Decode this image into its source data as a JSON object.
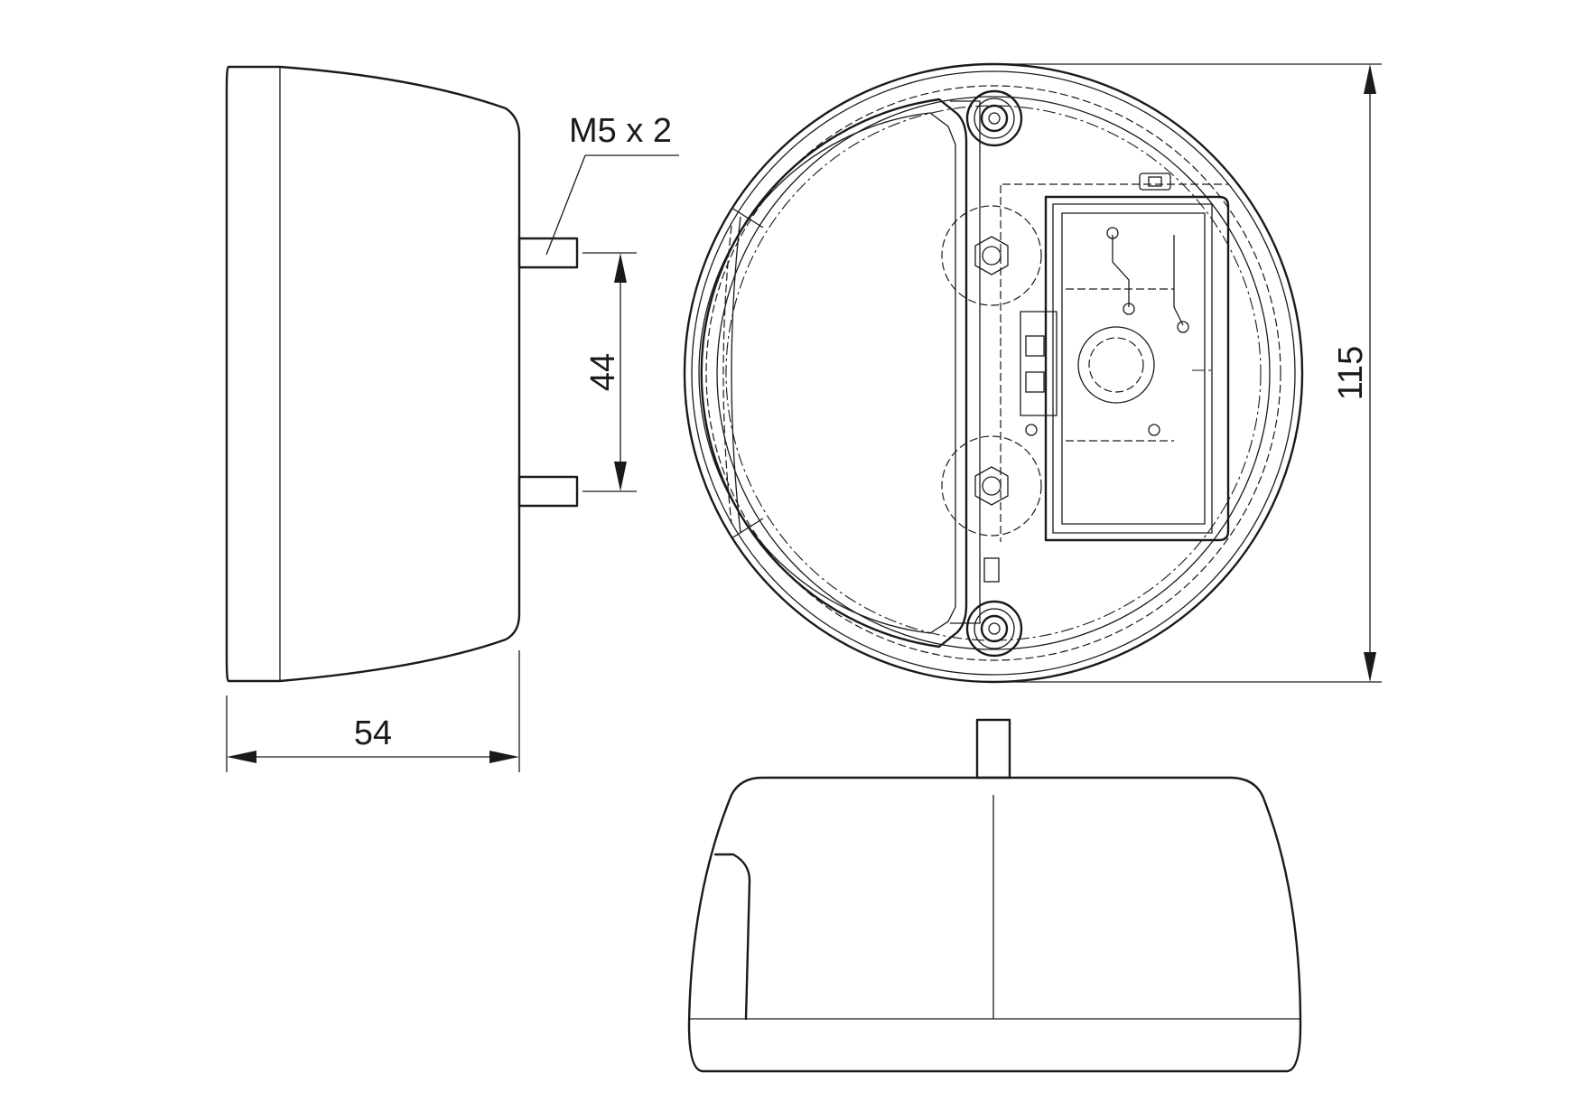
{
  "dimensions": {
    "depth": "54",
    "stud_spacing": "44",
    "diameter": "115",
    "thread": "M5 x 2"
  }
}
